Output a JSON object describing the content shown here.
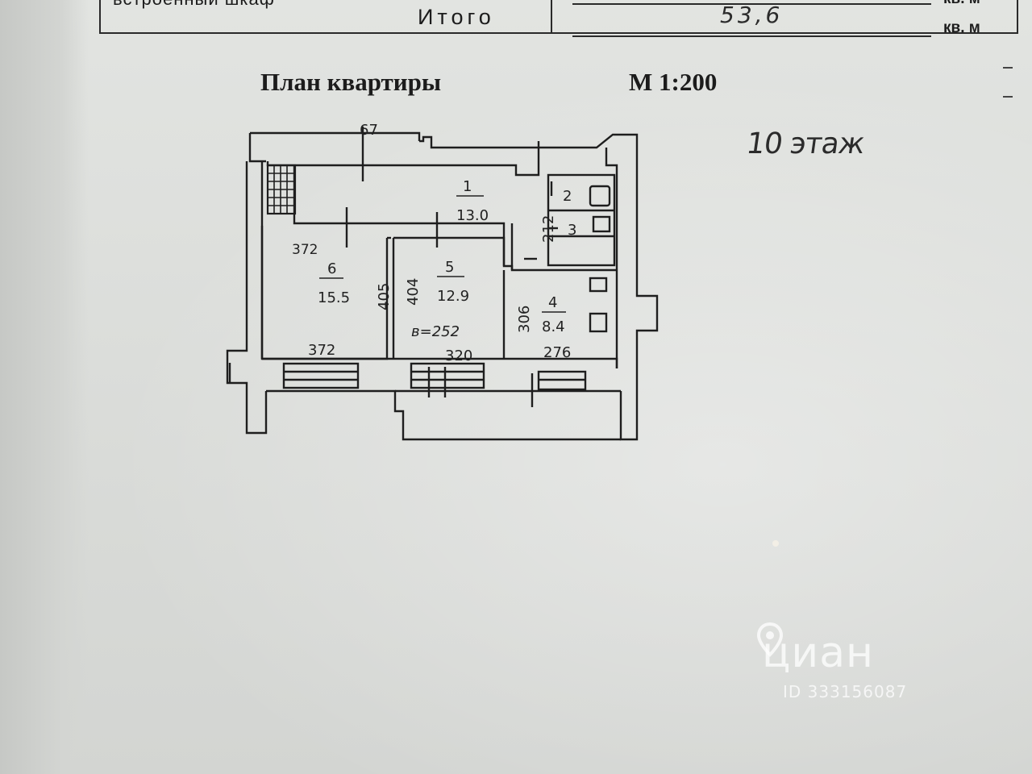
{
  "header_table": {
    "cut_row_label": "встроенный шкаф",
    "total_label": "Итого",
    "unit_top": "кв. м",
    "unit": "кв. м",
    "total_value": "53,6"
  },
  "plan": {
    "title": "План квартиры",
    "scale": "М 1:200",
    "handwritten_note": "10 этаж",
    "dimensions": {
      "top_wall": "67",
      "room6_top": "372",
      "room6_bottom": "372",
      "wall_6_5": "405",
      "room5_left": "404",
      "room5_bottom": "320",
      "corridor_side": "212",
      "room4_left": "306",
      "room4_bottom": "276",
      "balcony_note": "в=252"
    },
    "rooms": [
      {
        "number": "1",
        "area": "13.0"
      },
      {
        "number": "2",
        "area": ""
      },
      {
        "number": "3",
        "area": ""
      },
      {
        "number": "4",
        "area": "8.4"
      },
      {
        "number": "5",
        "area": "12.9"
      },
      {
        "number": "6",
        "area": "15.5"
      }
    ]
  },
  "watermark": {
    "brand": "циан",
    "id_text": "ID 333156087"
  },
  "colors": {
    "paper": "#dcdedb",
    "ink": "#1c1c1c",
    "watermark": "#ffffff"
  }
}
